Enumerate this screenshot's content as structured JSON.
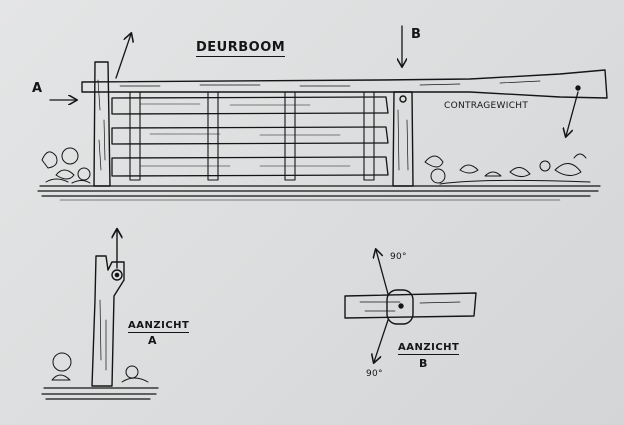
{
  "title": "DEURBOOM",
  "labels": {
    "a": "A",
    "b": "B",
    "counterweight": "CONTRAGEWICHT",
    "view_a_line1": "AANZICHT",
    "view_a_line2": "A",
    "view_b_line1": "AANZICHT",
    "view_b_line2": "B",
    "angle_top": "90°",
    "angle_bottom": "90°"
  },
  "colors": {
    "ink": "#151515",
    "paper": "#dfe0e1"
  }
}
